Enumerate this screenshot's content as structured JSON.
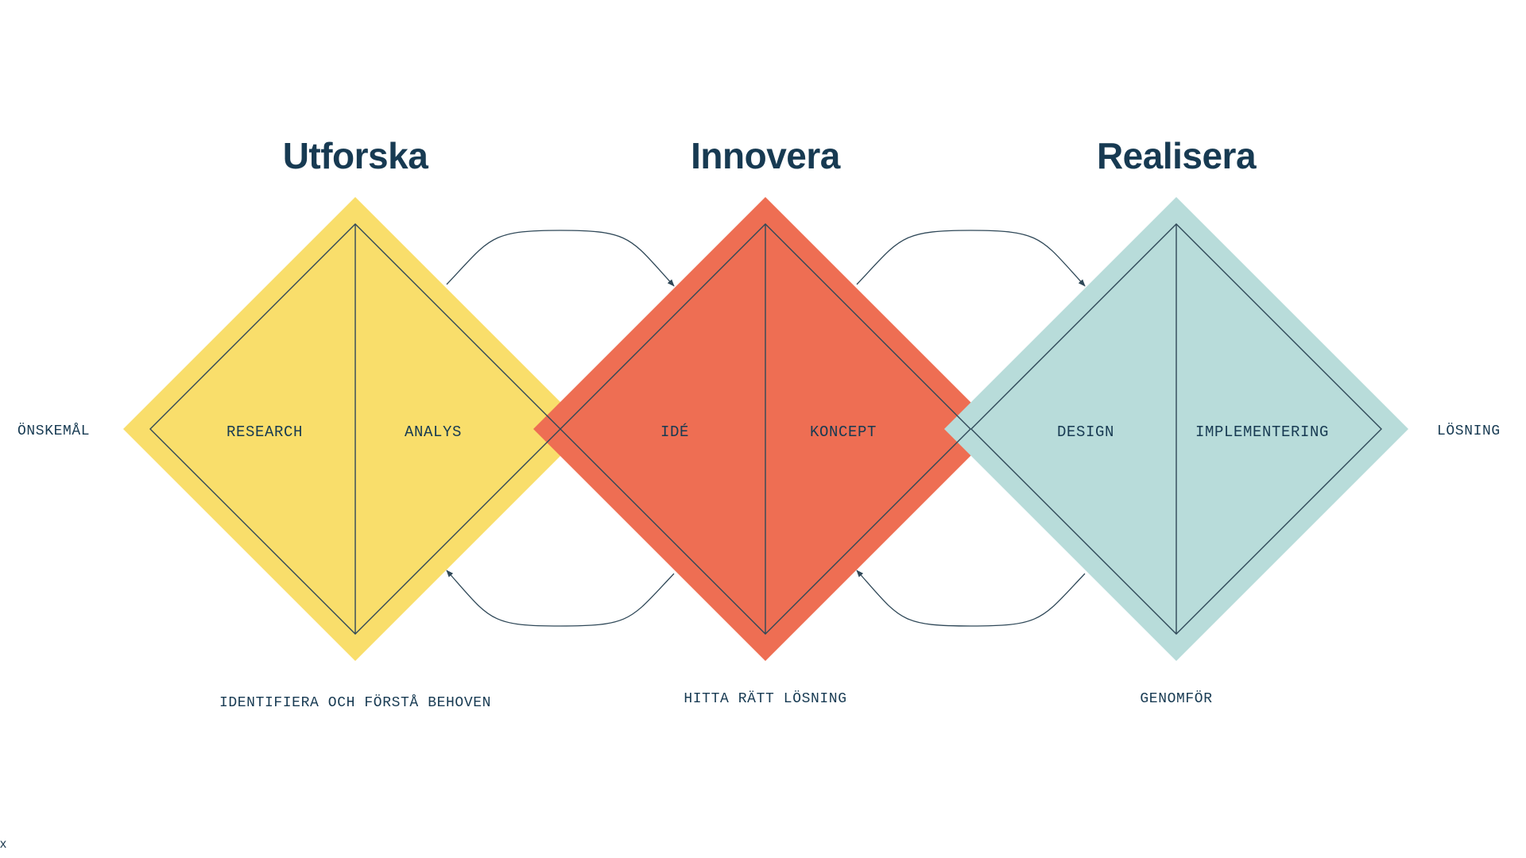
{
  "colors": {
    "text": "#173a52",
    "line": "#2f4858",
    "utforska": "#f9de6b",
    "innovera": "#ee6e53",
    "realisera": "#b8dcda"
  },
  "phases": [
    {
      "title": "Utforska",
      "left_label": "RESEARCH",
      "right_label": "ANALYS",
      "caption": "IDENTIFIERA OCH FÖRSTÅ BEHOVEN",
      "color_key": "utforska"
    },
    {
      "title": "Innovera",
      "left_label": "IDÉ",
      "right_label": "KONCEPT",
      "caption": "HITTA RÄTT LÖSNING",
      "color_key": "innovera"
    },
    {
      "title": "Realisera",
      "left_label": "DESIGN",
      "right_label": "IMPLEMENTERING",
      "caption": "GENOMFÖR",
      "color_key": "realisera"
    }
  ],
  "start_label": "ÖNSKEMÅL",
  "end_label": "LÖSNING",
  "corner_mark": "x"
}
